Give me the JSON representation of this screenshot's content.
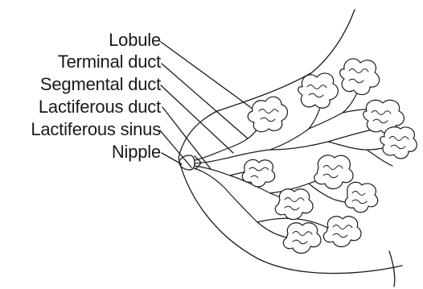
{
  "labels": {
    "lobule": "Lobule",
    "terminal_duct": "Terminal duct",
    "segmental_duct": "Segmental duct",
    "lactiferous_duct": "Lactiferous duct",
    "lactiferous_sinus": "Lactiferous sinus",
    "nipple": "Nipple"
  }
}
